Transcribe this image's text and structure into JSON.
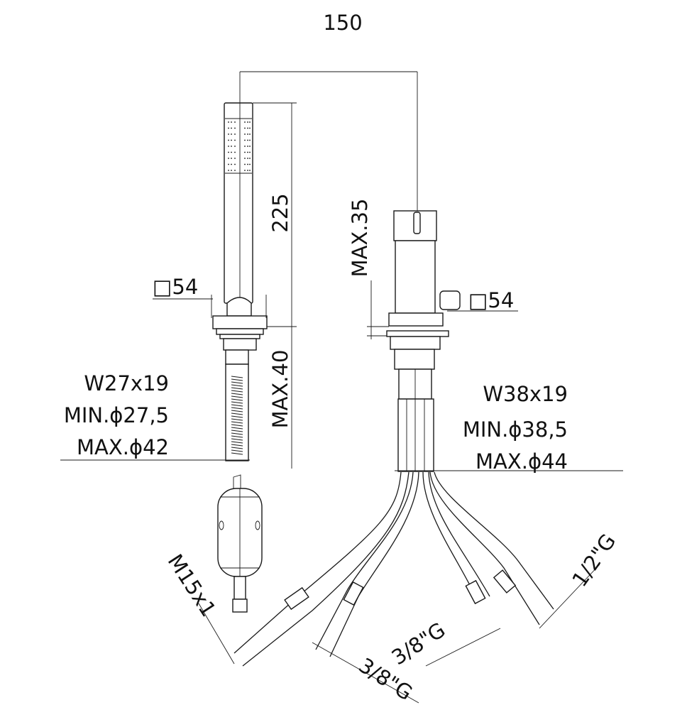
{
  "dimensions": {
    "overall_width": "150",
    "handshower_height": "225",
    "handshower_base_square": "□54",
    "mixer_deck_max": "MAX.35",
    "mixer_lever_square": "□54",
    "handshower_deck_max": "MAX.40"
  },
  "handshower_hole": {
    "nut": "W27x19",
    "min_hole": "MIN.ϕ27,5",
    "max_hole": "MAX.ϕ42"
  },
  "mixer_hole": {
    "nut": "W38x19",
    "min_hole": "MIN.ϕ38,5",
    "max_hole": "MAX.ϕ44"
  },
  "connections": {
    "handshower_hose": "M15x1",
    "inlet_left": "3/8\"G",
    "inlet_right": "3/8\"G",
    "outlet": "1/2\"G"
  },
  "colors": {
    "line": "#1a1a1a",
    "background": "#ffffff"
  }
}
